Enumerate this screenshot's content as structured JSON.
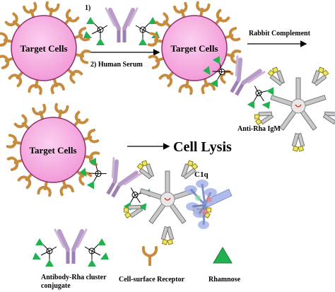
{
  "labels": {
    "cell_top_left": "Target Cells",
    "cell_top_right": "Target Cells",
    "cell_bottom": "Target Cells",
    "step1": "1)",
    "step2": "2) Human Serum",
    "rabbit": "Rabbit Complement",
    "anti_rha": "Anti-Rha IgM",
    "cell_lysis": "Cell Lysis",
    "c1q": "C1q"
  },
  "legend": {
    "conjugate_line1": "Antibody-Rha cluster",
    "conjugate_line2": "conjugate",
    "receptor": "Cell-surface Receptor",
    "rhamnose": "Rhamnose"
  },
  "colors": {
    "cell_fill": "#f7a8e0",
    "cell_stroke": "#8a2f6a",
    "receptor": "#c78b3e",
    "antibody": "#b89bc6",
    "rhamnose": "#21b24f",
    "igm_heavy": "#c9c9c9",
    "igm_light": "#f2e65a",
    "c1q_blue": "#a8b6e8"
  }
}
